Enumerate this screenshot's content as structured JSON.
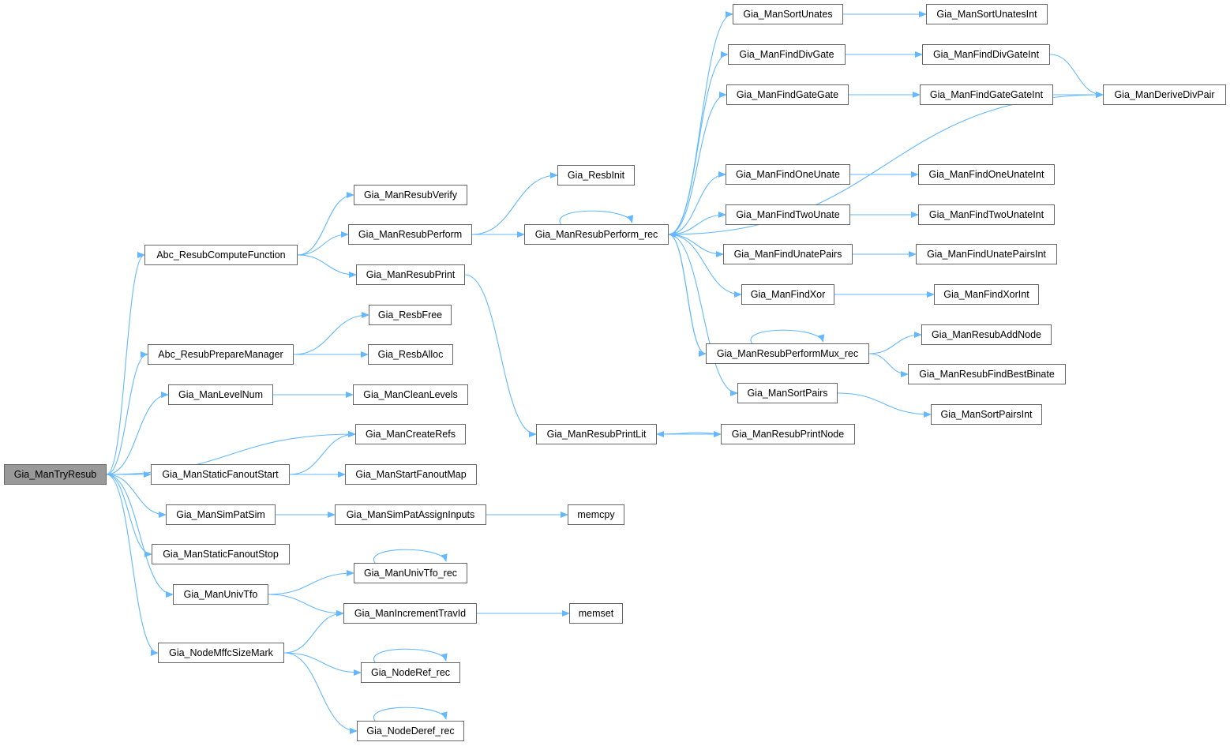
{
  "colors": {
    "edge": "#63b8ff",
    "border": "#666666",
    "root_fill": "#999999"
  },
  "nodes": [
    {
      "id": "tryresub",
      "label": "Gia_ManTryResub",
      "root": true
    },
    {
      "id": "computefn",
      "label": "Abc_ResubComputeFunction"
    },
    {
      "id": "verify",
      "label": "Gia_ManResubVerify"
    },
    {
      "id": "perform",
      "label": "Gia_ManResubPerform"
    },
    {
      "id": "print",
      "label": "Gia_ManResubPrint"
    },
    {
      "id": "resbinit",
      "label": "Gia_ResbInit"
    },
    {
      "id": "perform_rec",
      "label": "Gia_ManResubPerform_rec"
    },
    {
      "id": "sortunates",
      "label": "Gia_ManSortUnates"
    },
    {
      "id": "sortunatesint",
      "label": "Gia_ManSortUnatesInt"
    },
    {
      "id": "finddivgate",
      "label": "Gia_ManFindDivGate"
    },
    {
      "id": "finddivgateint",
      "label": "Gia_ManFindDivGateInt"
    },
    {
      "id": "findgategate",
      "label": "Gia_ManFindGateGate"
    },
    {
      "id": "findgategateint",
      "label": "Gia_ManFindGateGateInt"
    },
    {
      "id": "derivedivpair",
      "label": "Gia_ManDeriveDivPair"
    },
    {
      "id": "findoneunate",
      "label": "Gia_ManFindOneUnate"
    },
    {
      "id": "findoneunateint",
      "label": "Gia_ManFindOneUnateInt"
    },
    {
      "id": "findtwounate",
      "label": "Gia_ManFindTwoUnate"
    },
    {
      "id": "findtwounateint",
      "label": "Gia_ManFindTwoUnateInt"
    },
    {
      "id": "findunatepairs",
      "label": "Gia_ManFindUnatePairs"
    },
    {
      "id": "findunatepairsint",
      "label": "Gia_ManFindUnatePairsInt"
    },
    {
      "id": "findxor",
      "label": "Gia_ManFindXor"
    },
    {
      "id": "findxorint",
      "label": "Gia_ManFindXorInt"
    },
    {
      "id": "mux_rec",
      "label": "Gia_ManResubPerformMux_rec"
    },
    {
      "id": "addnode",
      "label": "Gia_ManResubAddNode"
    },
    {
      "id": "bestbinate",
      "label": "Gia_ManResubFindBestBinate"
    },
    {
      "id": "sortpairs",
      "label": "Gia_ManSortPairs"
    },
    {
      "id": "sortpairsint",
      "label": "Gia_ManSortPairsInt"
    },
    {
      "id": "printlit",
      "label": "Gia_ManResubPrintLit"
    },
    {
      "id": "printnode",
      "label": "Gia_ManResubPrintNode"
    },
    {
      "id": "resbfree",
      "label": "Gia_ResbFree"
    },
    {
      "id": "preparemgr",
      "label": "Abc_ResubPrepareManager"
    },
    {
      "id": "resballoc",
      "label": "Gia_ResbAlloc"
    },
    {
      "id": "levelnum",
      "label": "Gia_ManLevelNum"
    },
    {
      "id": "cleanlevels",
      "label": "Gia_ManCleanLevels"
    },
    {
      "id": "createrefs",
      "label": "Gia_ManCreateRefs"
    },
    {
      "id": "fanoutstart",
      "label": "Gia_ManStaticFanoutStart"
    },
    {
      "id": "startfanoutmap",
      "label": "Gia_ManStartFanoutMap"
    },
    {
      "id": "simpatsim",
      "label": "Gia_ManSimPatSim"
    },
    {
      "id": "assigninputs",
      "label": "Gia_ManSimPatAssignInputs"
    },
    {
      "id": "memcpy",
      "label": "memcpy"
    },
    {
      "id": "fanoutstop",
      "label": "Gia_ManStaticFanoutStop"
    },
    {
      "id": "univtfo_rec",
      "label": "Gia_ManUnivTfo_rec"
    },
    {
      "id": "univtfo",
      "label": "Gia_ManUnivTfo"
    },
    {
      "id": "incrtravid",
      "label": "Gia_ManIncrementTravId"
    },
    {
      "id": "memset",
      "label": "memset"
    },
    {
      "id": "mffcsizemark",
      "label": "Gia_NodeMffcSizeMark"
    },
    {
      "id": "noderef",
      "label": "Gia_NodeRef_rec"
    },
    {
      "id": "nodederef",
      "label": "Gia_NodeDeref_rec"
    }
  ],
  "edges": [
    [
      "tryresub",
      "computefn"
    ],
    [
      "tryresub",
      "preparemgr"
    ],
    [
      "tryresub",
      "levelnum"
    ],
    [
      "tryresub",
      "createrefs"
    ],
    [
      "tryresub",
      "fanoutstart"
    ],
    [
      "tryresub",
      "simpatsim"
    ],
    [
      "tryresub",
      "fanoutstop"
    ],
    [
      "tryresub",
      "univtfo"
    ],
    [
      "tryresub",
      "mffcsizemark"
    ],
    [
      "computefn",
      "verify"
    ],
    [
      "computefn",
      "perform"
    ],
    [
      "computefn",
      "print"
    ],
    [
      "perform",
      "resbinit"
    ],
    [
      "perform",
      "perform_rec"
    ],
    [
      "print",
      "printlit"
    ],
    [
      "perform_rec",
      "perform_rec"
    ],
    [
      "perform_rec",
      "sortunates"
    ],
    [
      "perform_rec",
      "finddivgate"
    ],
    [
      "perform_rec",
      "findgategate"
    ],
    [
      "perform_rec",
      "derivedivpair"
    ],
    [
      "perform_rec",
      "findoneunate"
    ],
    [
      "perform_rec",
      "findtwounate"
    ],
    [
      "perform_rec",
      "findunatepairs"
    ],
    [
      "perform_rec",
      "findxor"
    ],
    [
      "perform_rec",
      "mux_rec"
    ],
    [
      "perform_rec",
      "sortpairs"
    ],
    [
      "sortunates",
      "sortunatesint"
    ],
    [
      "finddivgate",
      "finddivgateint"
    ],
    [
      "findgategate",
      "findgategateint"
    ],
    [
      "finddivgateint",
      "derivedivpair"
    ],
    [
      "findgategateint",
      "derivedivpair"
    ],
    [
      "findoneunate",
      "findoneunateint"
    ],
    [
      "findtwounate",
      "findtwounateint"
    ],
    [
      "findunatepairs",
      "findunatepairsint"
    ],
    [
      "findxor",
      "findxorint"
    ],
    [
      "mux_rec",
      "mux_rec"
    ],
    [
      "mux_rec",
      "perform_rec"
    ],
    [
      "mux_rec",
      "addnode"
    ],
    [
      "mux_rec",
      "bestbinate"
    ],
    [
      "sortpairs",
      "sortpairsint"
    ],
    [
      "printlit",
      "printnode"
    ],
    [
      "printnode",
      "printlit"
    ],
    [
      "preparemgr",
      "resbfree"
    ],
    [
      "preparemgr",
      "resballoc"
    ],
    [
      "levelnum",
      "cleanlevels"
    ],
    [
      "fanoutstart",
      "createrefs"
    ],
    [
      "fanoutstart",
      "startfanoutmap"
    ],
    [
      "simpatsim",
      "assigninputs"
    ],
    [
      "assigninputs",
      "memcpy"
    ],
    [
      "univtfo",
      "univtfo_rec"
    ],
    [
      "univtfo_rec",
      "univtfo_rec"
    ],
    [
      "univtfo",
      "incrtravid"
    ],
    [
      "incrtravid",
      "memset"
    ],
    [
      "mffcsizemark",
      "incrtravid"
    ],
    [
      "mffcsizemark",
      "noderef"
    ],
    [
      "mffcsizemark",
      "nodederef"
    ],
    [
      "noderef",
      "noderef"
    ],
    [
      "nodederef",
      "nodederef"
    ]
  ]
}
